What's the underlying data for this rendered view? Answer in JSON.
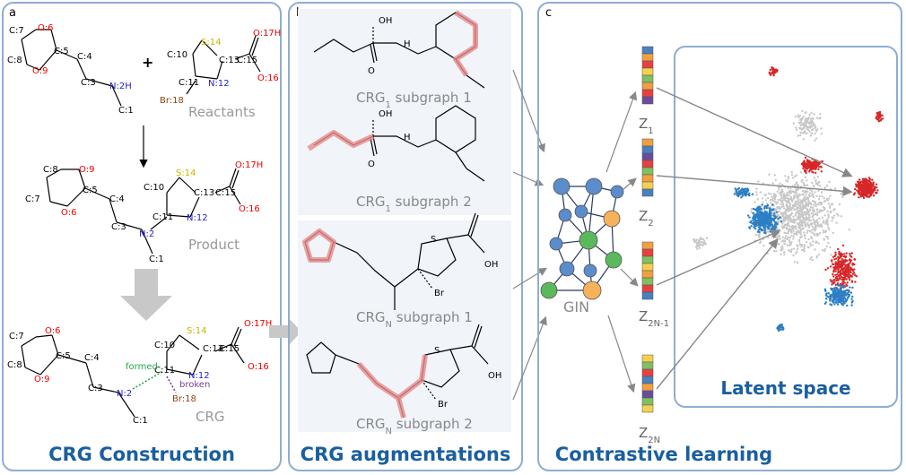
{
  "panel_letters": {
    "a": "a",
    "b": "b",
    "c": "c"
  },
  "panel_titles": {
    "a": "CRG Construction",
    "b": "CRG augmentations",
    "c": "Contrastive learning"
  },
  "labels": {
    "reactants": "Reactants",
    "product": "Product",
    "crg": "CRG",
    "plus": "+",
    "formed": "formed",
    "broken": "broken",
    "gin": "GIN",
    "latent": "Latent space"
  },
  "atoms": {
    "c7": "C:7",
    "c8": "C:8",
    "o6": "O:6",
    "o9": "O:9",
    "c5": "C:5",
    "c4": "C:4",
    "c3": "C:3",
    "n2h": "N:2H",
    "n2": "N:2",
    "c1": "C:1",
    "s14": "S:14",
    "c10": "C:10",
    "c13": "C:13",
    "c15": "C:15",
    "o17h": "O:17H",
    "o16": "O:16",
    "c11": "C:11",
    "n12": "N:12",
    "br18": "Br:18",
    "oh": "OH",
    "h": "H",
    "s": "S",
    "br": "Br"
  },
  "subgraph_captions": {
    "crg1_base": "CRG",
    "crg1_sub": "1",
    "crg1_1": " subgraph 1",
    "crg1_2": " subgraph 2",
    "crgn_base": "CRG",
    "crgn_sub": "N",
    "crgn_1": " subgraph 1",
    "crgn_2": " subgraph 2"
  },
  "z_labels": {
    "z1_base": "Z",
    "z1_sub": "1",
    "z2_base": "Z",
    "z2_sub": "2",
    "z2n1_base": "Z",
    "z2n1_sub": "2N-1",
    "z2n_base": "Z",
    "z2n_sub": "2N"
  },
  "colors": {
    "panel_border": "#8eaed0",
    "title_blue": "#1a5fa0",
    "highlight": "#e88a8a",
    "red": "#d62728",
    "blue": "#2c7fc4",
    "gray": "#c8c8c8",
    "node_blue": "#5b8ccc",
    "node_orange": "#f5b25a",
    "node_green": "#5cb85c"
  },
  "vector_colors": {
    "z1": [
      "#4a7fc0",
      "#f0a040",
      "#e84040",
      "#f5d050",
      "#80c060",
      "#f0a040",
      "#e84040",
      "#6a4c9c"
    ],
    "z2": [
      "#f0a040",
      "#4a7fc0",
      "#6a4c9c",
      "#e84040",
      "#80c060",
      "#f0a040",
      "#f5d050",
      "#4a7fc0"
    ],
    "z2n1": [
      "#f0a040",
      "#e84040",
      "#80c060",
      "#f5d050",
      "#f0a040",
      "#80c060",
      "#e84040",
      "#4a7fc0"
    ],
    "z2n": [
      "#f5d050",
      "#80c060",
      "#e84040",
      "#4a7fc0",
      "#f0a040",
      "#6a4c9c",
      "#80c060",
      "#f5d050"
    ]
  }
}
